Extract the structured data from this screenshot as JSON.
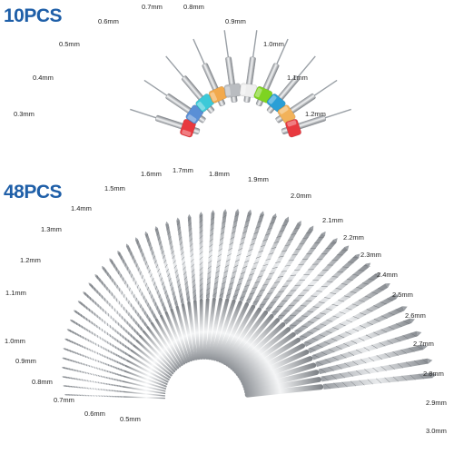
{
  "top_section": {
    "title": "10PCS",
    "color": "#1f5fa8",
    "bits": [
      {
        "size": "0.3mm",
        "collar": "#e8393f"
      },
      {
        "size": "0.4mm",
        "collar": "#5a8fd6"
      },
      {
        "size": "0.5mm",
        "collar": "#3cc9d8"
      },
      {
        "size": "0.6mm",
        "collar": "#f2a94c"
      },
      {
        "size": "0.7mm",
        "collar": "#b9bcc0"
      },
      {
        "size": "0.8mm",
        "collar": "#eeeeee"
      },
      {
        "size": "0.9mm",
        "collar": "#7ed321"
      },
      {
        "size": "1.0mm",
        "collar": "#2a9fd6"
      },
      {
        "size": "1.1mm",
        "collar": "#f2b25a"
      },
      {
        "size": "1.2mm",
        "collar": "#e8393f"
      }
    ]
  },
  "bottom_section": {
    "title": "48PCS",
    "color": "#1f5fa8",
    "labels": [
      "0.5mm",
      "0.6mm",
      "0.7mm",
      "0.8mm",
      "0.9mm",
      "1.0mm",
      "1.1mm",
      "1.2mm",
      "1.3mm",
      "1.4mm",
      "1.5mm",
      "1.6mm",
      "1.7mm",
      "1.8mm",
      "1.9mm",
      "2.0mm",
      "2.1mm",
      "2.2mm",
      "2.3mm",
      "2.4mm",
      "2.5mm",
      "2.6mm",
      "2.7mm",
      "2.8mm",
      "2.9mm",
      "3.0mm"
    ]
  }
}
